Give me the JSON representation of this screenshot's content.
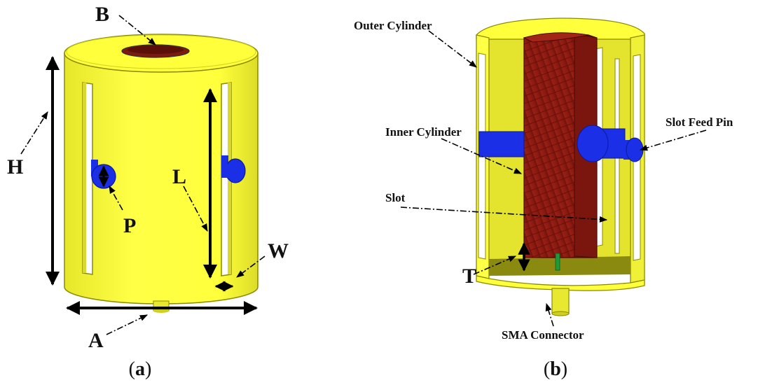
{
  "panel_a": {
    "labels": {
      "B": "B",
      "H": "H",
      "L": "L",
      "P": "P",
      "W": "W",
      "A": "A"
    },
    "caption": {
      "open": "(",
      "letter": "a",
      "close": ")"
    }
  },
  "panel_b": {
    "labels": {
      "outer_cylinder": "Outer Cylinder",
      "inner_cylinder": "Inner Cylinder",
      "slot": "Slot",
      "slot_feed_pin": "Slot Feed Pin",
      "T": "T",
      "sma_connector": "SMA Connector"
    },
    "caption": {
      "open": "(",
      "letter": "b",
      "close": ")"
    }
  },
  "colors": {
    "cylinder_yellow": "#ffff3c",
    "cylinder_edge": "#8a8a00",
    "inner_red": "#8b1a12",
    "feed_blue": "#1a2fe6",
    "pin_green": "#1f9a3a"
  }
}
